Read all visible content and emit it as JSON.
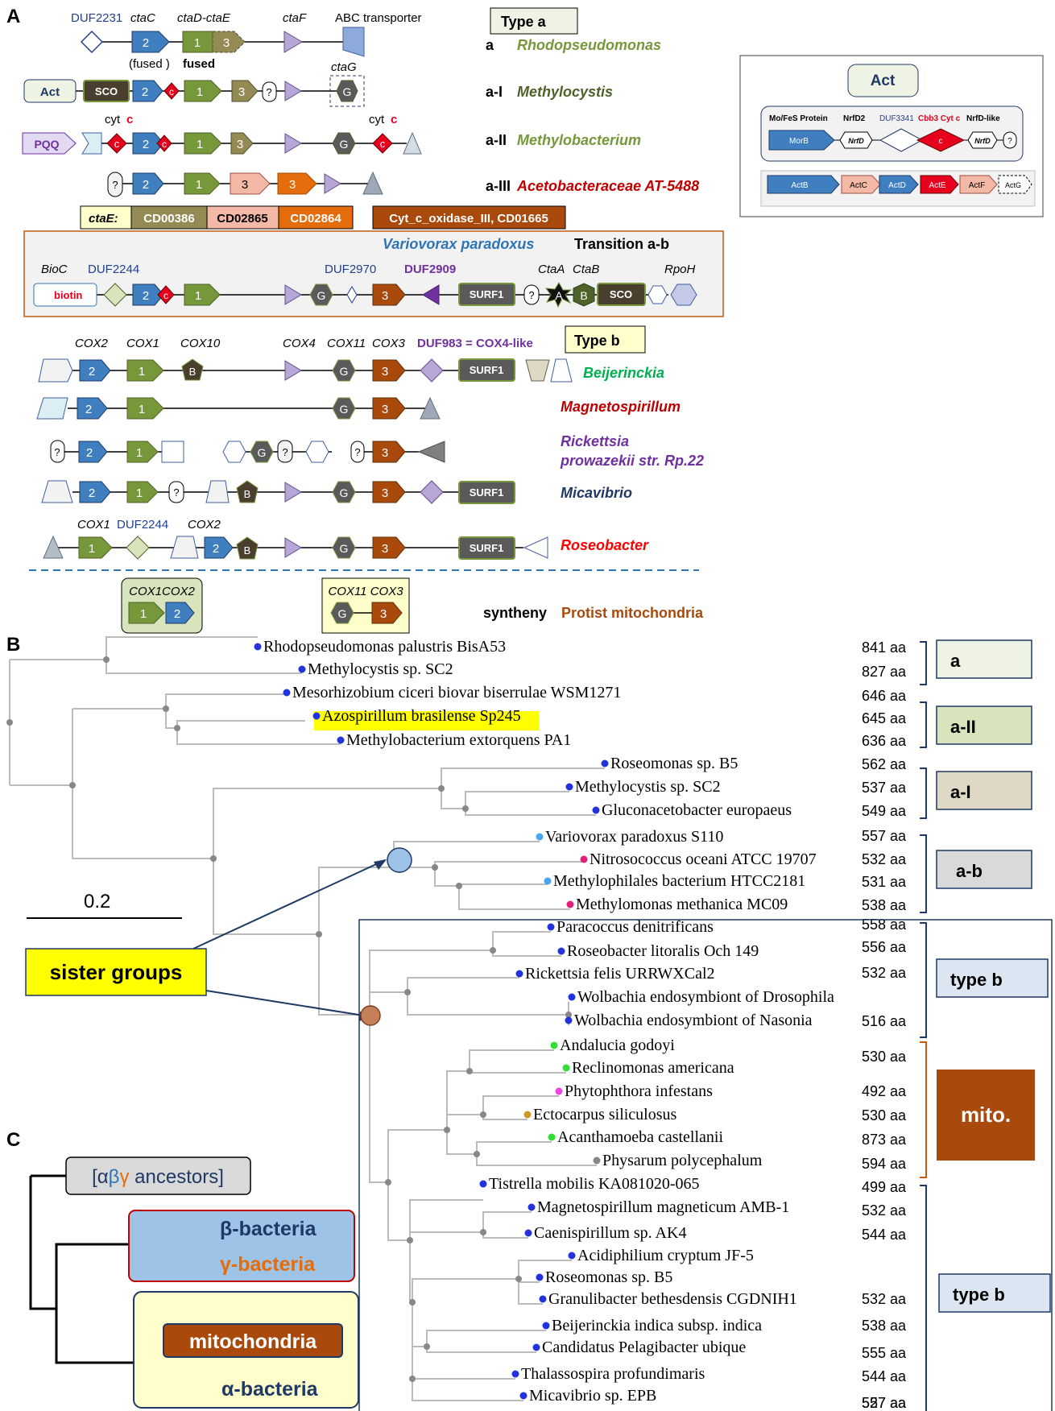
{
  "panels": [
    "A",
    "B",
    "C"
  ],
  "colors": {
    "cox2_blue": "#3f7fc0",
    "cox1_green": "#76973a",
    "cox3_brown": "#a9490b",
    "ctaG_gray": "#5a5a5a",
    "surf1_dark": "#5a5a5a",
    "sco_dark": "#4a3f2f",
    "cytc_red": "#e6001d",
    "ctaF_purple": "#b7a6d6",
    "type_a_fill": "#eef3e4",
    "type_b_fill": "#ffffcc",
    "transition_fill": "#f2f2f2",
    "sister_yellow": "#ffff00",
    "mito_brown": "#a9490b"
  },
  "panelA": {
    "top_labels": [
      "DUF2231",
      "ctaC",
      "ctaD-ctaE",
      "ctaF",
      "ABC transporter"
    ],
    "fused_labels": [
      "(fused )",
      "fused"
    ],
    "type_a_label": "Type a",
    "ctaG_label": "ctaG",
    "cytc_label": "cyt",
    "cytc_letter": "c",
    "gene_letters": {
      "two": "2",
      "one": "1",
      "three": "3",
      "G": "G",
      "c": "c",
      "B": "B",
      "A": "A",
      "q": "?"
    },
    "gene_texts": {
      "act": "Act",
      "sco": "SCO",
      "pqq": "PQQ",
      "biotin": "biotin",
      "surf1": "SURF1"
    },
    "rows": [
      {
        "code": "a",
        "organism": "Rhodopseudomonas",
        "color": "#76973a"
      },
      {
        "code": "a-I",
        "organism": "Methylocystis",
        "color": "#4f6228"
      },
      {
        "code": "a-II",
        "organism": "Methylobacterium",
        "color": "#76973a"
      },
      {
        "code": "a-III",
        "organism": "Acetobacteraceae AT-5488",
        "color": "#c00000"
      }
    ],
    "legend": {
      "ctaE": "ctaE:",
      "cd00386": "CD00386",
      "cd02865": "CD02865",
      "cd02864": "CD02864",
      "oxidase": "Cyt_c_oxidase_III, CD01665"
    },
    "transition": {
      "organism": "Variovorax paradoxus",
      "title": "Transition  a-b",
      "gene_labels": [
        "BioC",
        "DUF2244",
        "DUF2970",
        "DUF2909",
        "CtaA",
        "CtaB",
        "RpoH"
      ]
    },
    "type_b": {
      "label": "Type b",
      "top_labels": [
        "COX2",
        "COX1",
        "COX10",
        "COX4",
        "COX11",
        "COX3"
      ],
      "duf983": "DUF983 = COX4-like",
      "rows": [
        {
          "organism": "Beijerinckia",
          "color": "#00b050"
        },
        {
          "organism": "Magnetospirillum",
          "color": "#c00000"
        },
        {
          "organism": "Rickettsia",
          "color": "#7030a0"
        },
        {
          "organism": "prowazekii  str. Rp.22",
          "color": "#7030a0"
        },
        {
          "organism": "Micavibrio",
          "color": "#1f3864"
        },
        {
          "organism": "Roseobacter",
          "color": "#ff0000"
        }
      ],
      "roseo_labels": [
        "COX1",
        "DUF2244",
        "COX2"
      ]
    },
    "mito": {
      "box1": "COX1COX2",
      "box2": "COX11 COX3",
      "syntheny": "syntheny",
      "organism": "Protist mitochondria"
    },
    "act_box": {
      "title": "Act",
      "top_labels": [
        "Mo/FeS Protein",
        "NrfD2",
        "DUF3341",
        "Cbb3 Cyt c",
        "NrfD-like"
      ],
      "top_genes": [
        "MorB",
        "NrfD",
        "c",
        "NrfD",
        "?"
      ],
      "bottom_genes": [
        "ActB",
        "ActC",
        "ActD",
        "ActE",
        "ActF",
        "ActG"
      ]
    }
  },
  "panelB": {
    "scale": "0.2",
    "sister_groups": "sister groups",
    "taxa": [
      {
        "name": "Rhodopseudomonas palustris BisA53",
        "aa": "841 aa",
        "dot": "#2233dd"
      },
      {
        "name": "Methylocystis sp. SC2",
        "aa": "827 aa",
        "dot": "#2233dd"
      },
      {
        "name": "Mesorhizobium ciceri biovar biserrulae WSM1271",
        "aa": "646 aa",
        "dot": "#2233dd"
      },
      {
        "name": "Azospirillum brasilense Sp245",
        "aa": "645 aa",
        "dot": "#2233dd"
      },
      {
        "name": "Methylobacterium extorquens PA1",
        "aa": "636 aa",
        "dot": "#2233dd"
      },
      {
        "name": "Roseomonas sp. B5",
        "aa": "562 aa",
        "dot": "#2233dd"
      },
      {
        "name": "Methylocystis sp. SC2",
        "aa": "537 aa",
        "dot": "#2233dd"
      },
      {
        "name": "Gluconacetobacter europaeus",
        "aa": "549 aa",
        "dot": "#2233dd"
      },
      {
        "name": "Variovorax paradoxus S110",
        "aa": "557 aa",
        "dot": "#49a7f0"
      },
      {
        "name": "Nitrosococcus oceani ATCC 19707",
        "aa": "532 aa",
        "dot": "#e0207a"
      },
      {
        "name": "Methylophilales bacterium HTCC2181",
        "aa": "531 aa",
        "dot": "#49a7f0"
      },
      {
        "name": "Methylomonas methanica MC09",
        "aa": "538 aa",
        "dot": "#e0207a"
      },
      {
        "name": "Paracoccus denitrificans",
        "aa": "558 aa",
        "dot": "#2233dd"
      },
      {
        "name": "Roseobacter litoralis Och 149",
        "aa": "556 aa",
        "dot": "#2233dd"
      },
      {
        "name": "Rickettsia felis URRWXCal2",
        "aa": "532 aa",
        "dot": "#2233dd"
      },
      {
        "name": "Wolbachia endosymbiont of Drosophila",
        "aa": "",
        "dot": "#2233dd"
      },
      {
        "name": "Wolbachia endosymbiont of Nasonia",
        "aa": "516 aa",
        "dot": "#2233dd"
      },
      {
        "name": "Andalucia godoyi",
        "aa": "530 aa",
        "dot": "#33dd33"
      },
      {
        "name": "Reclinomonas americana",
        "aa": "",
        "dot": "#33dd33"
      },
      {
        "name": "Phytophthora infestans",
        "aa": "492 aa",
        "dot": "#ee44dd"
      },
      {
        "name": "Ectocarpus siliculosus",
        "aa": "530 aa",
        "dot": "#cc9922"
      },
      {
        "name": "Acanthamoeba castellanii",
        "aa": "873 aa",
        "dot": "#33dd33"
      },
      {
        "name": "Physarum polycephalum",
        "aa": "594 aa",
        "dot": "#888888"
      },
      {
        "name": "Tistrella mobilis KA081020-065",
        "aa": "499 aa",
        "dot": "#2233dd"
      },
      {
        "name": "Magnetospirillum magneticum AMB-1",
        "aa": "532 aa",
        "dot": "#2233dd"
      },
      {
        "name": "Caenispirillum sp. AK4",
        "aa": "544 aa",
        "dot": "#2233dd"
      },
      {
        "name": "Acidiphilium cryptum JF-5",
        "aa": "",
        "dot": "#2233dd"
      },
      {
        "name": "Roseomonas sp. B5",
        "aa": "532 aa",
        "dot": "#2233dd"
      },
      {
        "name": "Granulibacter bethesdensis CGDNIH1",
        "aa": "538 aa",
        "dot": "#2233dd"
      },
      {
        "name": "Beijerinckia indica subsp. indica",
        "aa": "555 aa",
        "dot": "#2233dd"
      },
      {
        "name": "Candidatus Pelagibacter ubique",
        "aa": "544 aa",
        "dot": "#2233dd"
      },
      {
        "name": "Thalassospira profundimaris",
        "aa": "527 aa",
        "dot": "#2233dd"
      },
      {
        "name": "Micavibrio sp. EPB",
        "aa": "557 aa",
        "dot": "#2233dd"
      }
    ],
    "groups": [
      "a",
      "a-II",
      "a-I",
      "a-b",
      "type b",
      "mito.",
      "type b"
    ]
  },
  "panelC": {
    "ancestors_open": "[α",
    "ancestors_beta": "β",
    "ancestors_gamma": "γ",
    "ancestors_rest": " ancestors]",
    "beta": "β-bacteria",
    "gamma": "γ-bacteria",
    "mito": "mitochondria",
    "alpha": "α-bacteria"
  }
}
